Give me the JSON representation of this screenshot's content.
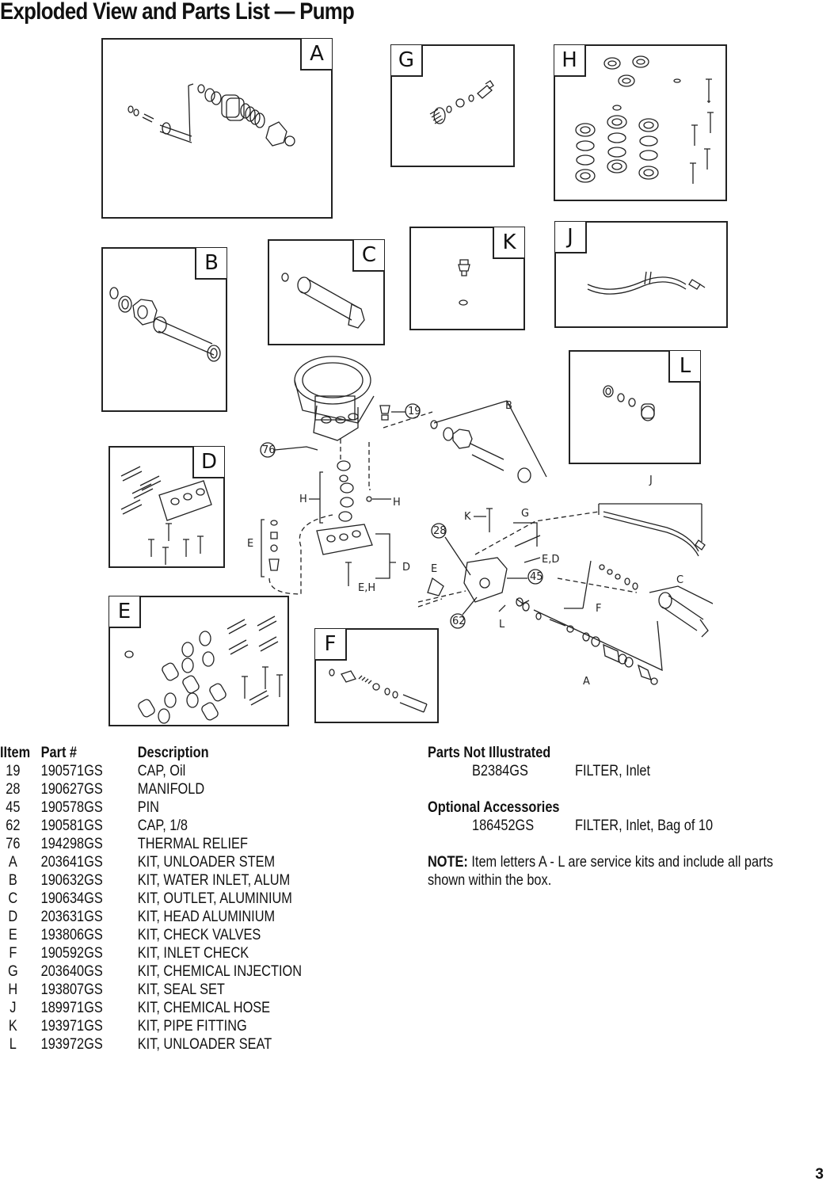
{
  "page": {
    "title": "Exploded View and Parts List — Pump",
    "page_number": "3"
  },
  "diagram": {
    "kits": [
      "A",
      "B",
      "C",
      "D",
      "E",
      "F",
      "G",
      "H",
      "J",
      "K",
      "L"
    ],
    "callouts": {
      "c19": "19",
      "c28": "28",
      "c45": "45",
      "c62": "62",
      "c76": "76",
      "lB": "B",
      "lC": "C",
      "lJ": "J",
      "lK": "K",
      "lG": "G",
      "lED": "E,D",
      "lH1": "H",
      "lH2": "H",
      "lE1": "E",
      "lD": "D",
      "lEH": "E,H",
      "lE2": "E",
      "lF": "F",
      "lL": "L",
      "lA": "A"
    }
  },
  "parts_table": {
    "headers": {
      "item": "IItem",
      "part": "Part #",
      "description": "Description"
    },
    "rows": [
      {
        "item": "19",
        "part": "190571GS",
        "description": "CAP, Oil"
      },
      {
        "item": "28",
        "part": "190627GS",
        "description": "MANIFOLD"
      },
      {
        "item": "45",
        "part": "190578GS",
        "description": "PIN"
      },
      {
        "item": "62",
        "part": "190581GS",
        "description": "CAP, 1/8"
      },
      {
        "item": "76",
        "part": "194298GS",
        "description": "THERMAL RELIEF"
      },
      {
        "item": "A",
        "part": "203641GS",
        "description": "KIT, UNLOADER STEM"
      },
      {
        "item": "B",
        "part": "190632GS",
        "description": "KIT, WATER INLET, ALUM"
      },
      {
        "item": "C",
        "part": "190634GS",
        "description": "KIT, OUTLET, ALUMINIUM"
      },
      {
        "item": "D",
        "part": "203631GS",
        "description": "KIT, HEAD ALUMINIUM"
      },
      {
        "item": "E",
        "part": "193806GS",
        "description": "KIT, CHECK VALVES"
      },
      {
        "item": "F",
        "part": "190592GS",
        "description": "KIT, INLET CHECK"
      },
      {
        "item": "G",
        "part": "203640GS",
        "description": "KIT, CHEMICAL INJECTION"
      },
      {
        "item": "H",
        "part": "193807GS",
        "description": "KIT, SEAL SET"
      },
      {
        "item": "J",
        "part": "189971GS",
        "description": "KIT, CHEMICAL HOSE"
      },
      {
        "item": "K",
        "part": "193971GS",
        "description": "KIT, PIPE FITTING"
      },
      {
        "item": "L",
        "part": "193972GS",
        "description": "KIT, UNLOADER SEAT"
      }
    ]
  },
  "not_illustrated": {
    "heading": "Parts Not Illustrated",
    "part": "B2384GS",
    "description": "FILTER, Inlet"
  },
  "optional_accessories": {
    "heading": "Optional Accessories",
    "part": "186452GS",
    "description": "FILTER, Inlet, Bag of 10"
  },
  "note": {
    "label": "NOTE:",
    "line1": "Item letters A - L are service kits and include all parts",
    "line2": "shown within the box."
  }
}
